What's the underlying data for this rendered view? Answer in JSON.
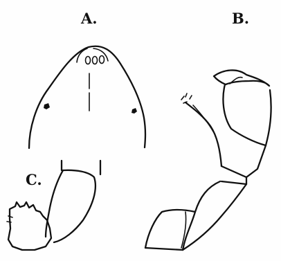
{
  "figure": {
    "panel_labels": {
      "a": "A.",
      "b": "B.",
      "c": "C."
    },
    "ink_color": "#111111",
    "background_color": "#fefefe"
  }
}
